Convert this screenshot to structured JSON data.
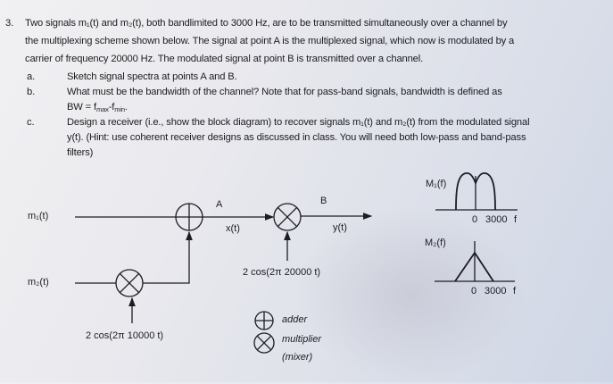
{
  "problem": {
    "number": "3.",
    "intro_lines": [
      "Two signals m₁(t) and m₂(t), both bandlimited to 3000 Hz, are to be transmitted simultaneously over a channel by",
      "the multiplexing scheme shown below.  The signal at point A is the multiplexed signal, which now is modulated by a",
      "carrier of frequency 20000 Hz.  The modulated signal at point B is transmitted over a channel."
    ],
    "parts": [
      {
        "letter": "a.",
        "lines": [
          "Sketch signal spectra at points A and B."
        ]
      },
      {
        "letter": "b.",
        "lines": [
          "What must be the bandwidth of the channel?  Note that for pass-band signals, bandwidth is defined as",
          "BW = f_max-f_min."
        ]
      },
      {
        "letter": "c.",
        "lines": [
          "Design a receiver (i.e., show the block diagram) to recover signals m₁(t) and m₂(t) from the modulated signal",
          "y(t).  (Hint: use coherent receiver designs as discussed in class. You will need both low-pass and band-pass",
          "filters)"
        ]
      }
    ],
    "bw_formula": {
      "prefix": "BW = f",
      "max": "max",
      "dash": "-f",
      "min": "min",
      "suffix": "."
    }
  },
  "diagram": {
    "input1": "m₁(t)",
    "input2": "m₂(t)",
    "point_a": "A",
    "point_b": "B",
    "xt": "x(t)",
    "yt": "y(t)",
    "carrier1": "2 cos(2π 10000 t)",
    "carrier2": "2 cos(2π 20000 t)"
  },
  "spectra": {
    "m1": {
      "label": "M₁(f)",
      "tick0": "0",
      "tick1": "3000",
      "axis": "f"
    },
    "m2": {
      "label": "M₂(f)",
      "tick0": "0",
      "tick1": "3000",
      "axis": "f"
    }
  },
  "legend": {
    "adder": "adder",
    "multiplier": "multiplier",
    "mixer": "(mixer)"
  }
}
